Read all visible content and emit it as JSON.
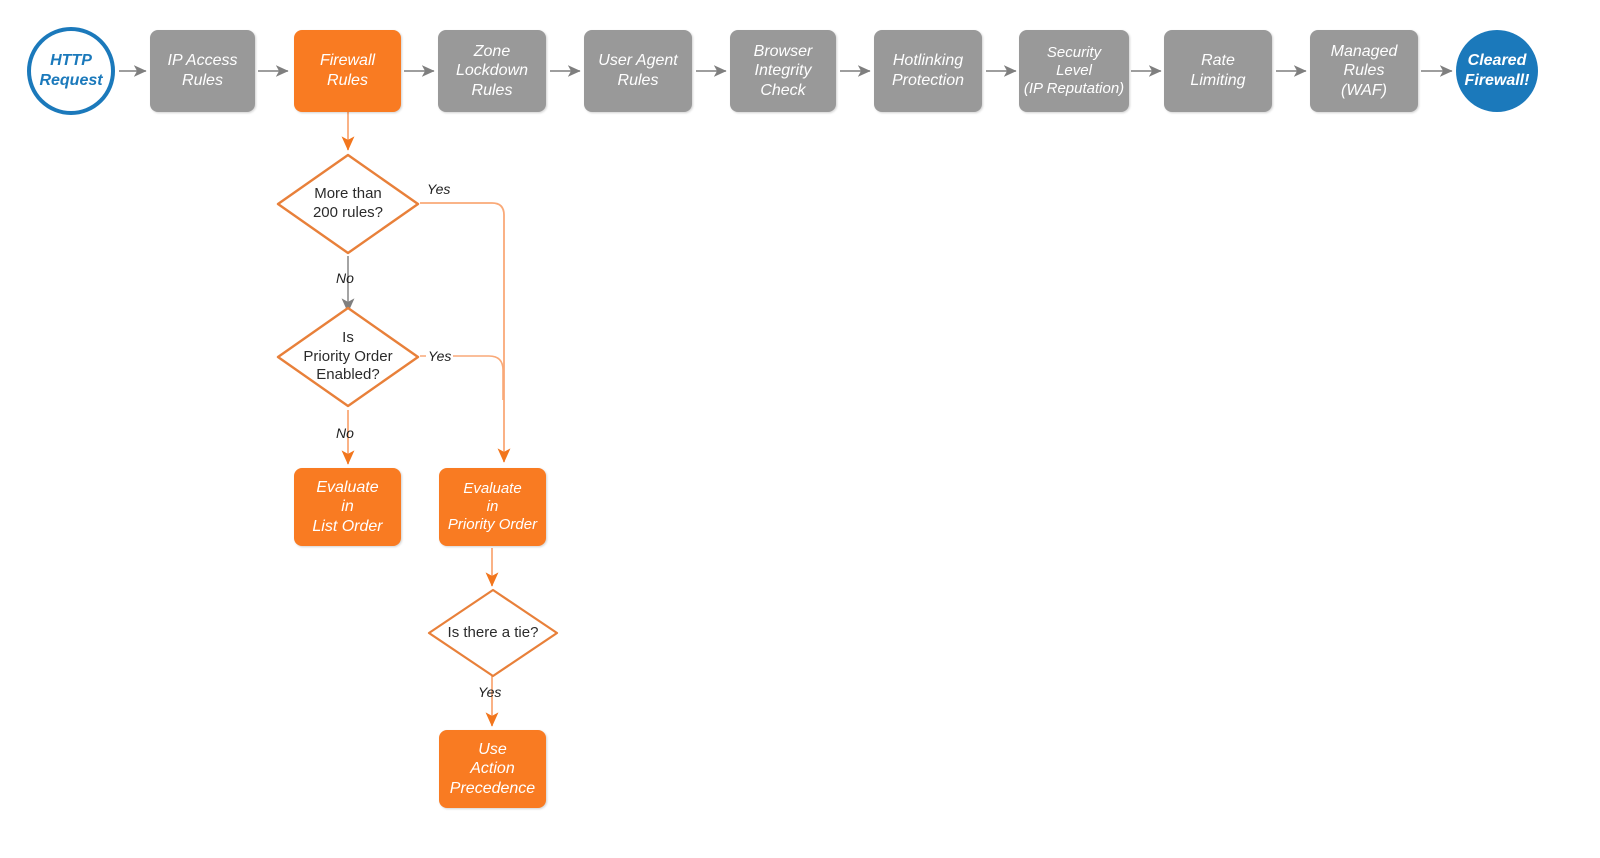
{
  "diagram": {
    "title": "Cloudflare request firewall evaluation order",
    "colors": {
      "gray_node": "#999999",
      "orange_node": "#f97b22",
      "blue_node": "#1b79bb",
      "orange_line": "#e8803a",
      "light_orange_line": "#f9a978",
      "gray_line": "#7f7f7f",
      "text_light": "#ffffff",
      "text_dark": "#2b2b2b"
    },
    "pipeline": [
      {
        "id": "http-request",
        "shape": "circle",
        "style": "hollow-blue",
        "label": "HTTP\nRequest"
      },
      {
        "id": "ip-access-rules",
        "shape": "process",
        "style": "gray",
        "label": "IP Access\nRules"
      },
      {
        "id": "firewall-rules",
        "shape": "process",
        "style": "orange",
        "label": "Firewall\nRules"
      },
      {
        "id": "zone-lockdown-rules",
        "shape": "process",
        "style": "gray",
        "label": "Zone\nLockdown\nRules"
      },
      {
        "id": "user-agent-rules",
        "shape": "process",
        "style": "gray",
        "label": "User Agent\nRules"
      },
      {
        "id": "browser-integrity-check",
        "shape": "process",
        "style": "gray",
        "label": "Browser\nIntegrity\nCheck"
      },
      {
        "id": "hotlinking-protection",
        "shape": "process",
        "style": "gray",
        "label": "Hotlinking\nProtection"
      },
      {
        "id": "security-level",
        "shape": "process",
        "style": "gray",
        "label": "Security\nLevel\n(IP Reputation)"
      },
      {
        "id": "rate-limiting",
        "shape": "process",
        "style": "gray",
        "label": "Rate\nLimiting"
      },
      {
        "id": "managed-rules-waf",
        "shape": "process",
        "style": "gray",
        "label": "Managed\nRules\n(WAF)"
      },
      {
        "id": "cleared-firewall",
        "shape": "circle",
        "style": "filled-blue",
        "label": "Cleared\nFirewall!"
      }
    ],
    "decisions": [
      {
        "id": "more-than-200-rules",
        "label": "More than\n200 rules?"
      },
      {
        "id": "is-priority-order-enabled",
        "label": "Is\nPriority Order\nEnabled?"
      },
      {
        "id": "is-there-a-tie",
        "label": "Is there a tie?"
      }
    ],
    "outcomes": [
      {
        "id": "evaluate-in-list-order",
        "label": "Evaluate\nin\nList Order"
      },
      {
        "id": "evaluate-in-priority-order",
        "label": "Evaluate\nin\nPriority Order"
      },
      {
        "id": "use-action-precedence",
        "label": "Use\nAction\nPrecedence"
      }
    ],
    "edge_labels": {
      "yes_200": "Yes",
      "no_200": "No",
      "yes_priority": "Yes",
      "no_priority": "No",
      "yes_tie": "Yes"
    }
  }
}
